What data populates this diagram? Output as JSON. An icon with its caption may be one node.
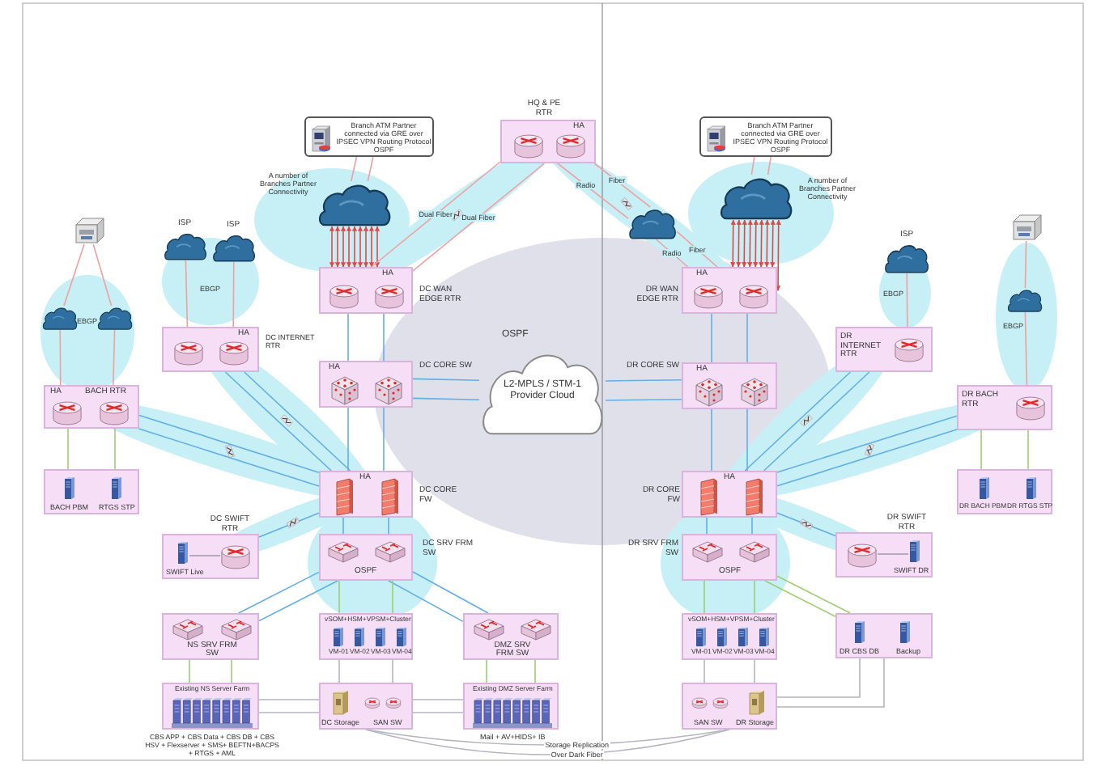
{
  "diagram": {
    "nodes": [
      {
        "text": [
          "HQ & PE RTR",
          "HA"
        ]
      },
      {
        "text": [
          "Branch ATM Partner connected via GRE over IPSEC VPN Routing Protocol OSPF"
        ]
      },
      {
        "text": [],
        "shape": "cloud",
        "beside": [
          "A number of Branches Partner Connectivity"
        ]
      },
      {
        "text": [
          "Branch ATM Partner connected via GRE over IPSEC VPN Routing Protocol OSPF"
        ]
      },
      {
        "text": [],
        "shape": "cloud",
        "beside": [
          "A number of Branches Partner Connectivity"
        ]
      },
      {
        "text": [
          "HA",
          "DC WAN EDGE RTR"
        ]
      },
      {
        "text": [
          "HA",
          "DR WAN EDGE RTR"
        ]
      },
      {
        "text": [],
        "shape": "cloud"
      },
      {
        "text": [
          "HA",
          "DC CORE SW"
        ]
      },
      {
        "text": [
          "DR CORE SW",
          "HA"
        ]
      },
      {
        "text": [
          "L2-MPLS / STM-1 Provider Cloud"
        ]
      },
      {
        "text": [
          "HA",
          "DC CORE FW"
        ]
      },
      {
        "text": [
          "HA",
          "DR CORE FW"
        ]
      },
      {
        "text": [
          "DC SRV FRM SW",
          "OSPF"
        ]
      },
      {
        "text": [
          "DR SRV FRM SW",
          "OSPF"
        ]
      },
      {
        "text": [
          "vSOM+HSM+VPSM+Cluster",
          "VM-01",
          "VM-02",
          "VM-03",
          "VM-04"
        ]
      },
      {
        "text": [
          "vSOM+HSM+VPSM+Cluster",
          "VM-01",
          "VM-02",
          "VM-03",
          "VM-04"
        ]
      },
      {
        "text": [
          "DC Storage",
          "SAN SW"
        ]
      },
      {
        "text": [
          "SAN SW",
          "DR Storage"
        ]
      },
      {
        "text": [
          "DMZ SRV FRM SW"
        ]
      },
      {
        "text": [
          "Existing DMZ Server Farm"
        ],
        "beside": [
          "Mail + AV+HIDS+ IB"
        ]
      },
      {
        "text": [
          "DC SWIFT RTR",
          "SWIFT Live"
        ]
      },
      {
        "text": [
          "NS SRV FRM SW"
        ]
      },
      {
        "text": [
          "Existing NS Server Farm"
        ],
        "beside": [
          "CBS APP + CBS Data + CBS DB + CBS HSV + Flexserver + SMS+ BEFTN+BACPS + RTGS + AML"
        ]
      },
      {
        "text": [
          "DR SWIFT RTR",
          "SWIFT DR"
        ]
      },
      {
        "text": [
          "DR CBS DB",
          "Backup"
        ]
      },
      {
        "text": [
          "HA",
          "DC INTERNET RTR"
        ]
      },
      {
        "text": [
          "ISP"
        ]
      },
      {
        "text": [
          "ISP"
        ]
      },
      {
        "text": [
          "HA",
          "BACH RTR"
        ]
      },
      {
        "text": [],
        "shape": "cloud"
      },
      {
        "text": [],
        "shape": "cloud"
      },
      {
        "text": [],
        "shape": "picture"
      },
      {
        "text": [
          "BACH PBM",
          "RTGS STP"
        ]
      },
      {
        "text": [
          "DR INTERNET RTR"
        ]
      },
      {
        "text": [
          "ISP"
        ]
      },
      {
        "text": [
          "DR BACH RTR"
        ]
      },
      {
        "text": [],
        "shape": "cloud"
      },
      {
        "text": [],
        "shape": "picture"
      },
      {
        "text": [
          "DR BACH PBM",
          "DR RTGS STP"
        ]
      }
    ],
    "edges": [
      {
        "from": 1,
        "to": 2,
        "arrow": "none",
        "color": "#f0a0a0"
      },
      {
        "from": 1,
        "to": 2,
        "arrow": "none",
        "color": "#f0a0a0"
      },
      {
        "from": 2,
        "to": 5,
        "arrow": "both",
        "color": "#e04848"
      },
      {
        "from": 2,
        "to": 5,
        "arrow": "both",
        "color": "#e04848"
      },
      {
        "from": 2,
        "to": 5,
        "arrow": "both",
        "color": "#e04848"
      },
      {
        "from": 2,
        "to": 5,
        "arrow": "both",
        "color": "#e04848"
      },
      {
        "from": 2,
        "to": 5,
        "arrow": "both",
        "color": "#e04848"
      },
      {
        "from": 2,
        "to": 5,
        "arrow": "both",
        "color": "#e04848"
      },
      {
        "from": 2,
        "to": 5,
        "arrow": "both",
        "color": "#e04848"
      },
      {
        "from": 2,
        "to": 5,
        "arrow": "both",
        "color": "#e04848"
      },
      {
        "from": 2,
        "to": 5,
        "arrow": "both",
        "color": "#e04848"
      },
      {
        "from": 3,
        "to": 4,
        "arrow": "none",
        "color": "#f0a0a0"
      },
      {
        "from": 3,
        "to": 4,
        "arrow": "none",
        "color": "#f0a0a0"
      },
      {
        "from": 4,
        "to": 6,
        "arrow": "both",
        "color": "#e04848"
      },
      {
        "from": 4,
        "to": 6,
        "arrow": "both",
        "color": "#e04848"
      },
      {
        "from": 4,
        "to": 6,
        "arrow": "both",
        "color": "#e04848"
      },
      {
        "from": 4,
        "to": 6,
        "arrow": "both",
        "color": "#e04848"
      },
      {
        "from": 4,
        "to": 6,
        "arrow": "both",
        "color": "#e04848"
      },
      {
        "from": 4,
        "to": 6,
        "arrow": "both",
        "color": "#e04848"
      },
      {
        "from": 4,
        "to": 6,
        "arrow": "both",
        "color": "#e04848"
      },
      {
        "from": 4,
        "to": 6,
        "arrow": "both",
        "color": "#e04848"
      },
      {
        "from": 4,
        "to": 6,
        "arrow": "both",
        "color": "#e04848"
      },
      {
        "from": 0,
        "to": 5,
        "arrow": "none",
        "label": "Dual Fiber",
        "color": "#f0a0a0"
      },
      {
        "from": 0,
        "to": 5,
        "arrow": "none",
        "label": "Dual Fiber",
        "color": "#f0a0a0"
      },
      {
        "from": 0,
        "to": 7,
        "arrow": "none",
        "label": "Fiber",
        "color": "#f0a0a0"
      },
      {
        "from": 0,
        "to": 7,
        "arrow": "none",
        "label": "Radio",
        "color": "#f0a0a0"
      },
      {
        "from": 7,
        "to": 6,
        "arrow": "none",
        "label": "Fiber",
        "color": "#f0a0a0"
      },
      {
        "from": 7,
        "to": 6,
        "arrow": "none",
        "label": "Radio",
        "color": "#f0a0a0"
      },
      {
        "from": 5,
        "to": 8,
        "arrow": "none"
      },
      {
        "from": 5,
        "to": 8,
        "arrow": "none"
      },
      {
        "from": 6,
        "to": 9,
        "arrow": "none"
      },
      {
        "from": 6,
        "to": 9,
        "arrow": "none"
      },
      {
        "from": 8,
        "to": 11,
        "arrow": "none"
      },
      {
        "from": 8,
        "to": 11,
        "arrow": "none"
      },
      {
        "from": 9,
        "to": 12,
        "arrow": "none"
      },
      {
        "from": 9,
        "to": 12,
        "arrow": "none"
      },
      {
        "from": 8,
        "to": 10,
        "arrow": "none"
      },
      {
        "from": 8,
        "to": 10,
        "arrow": "none"
      },
      {
        "from": 10,
        "to": 9,
        "arrow": "none"
      },
      {
        "from": 10,
        "to": 9,
        "arrow": "none"
      },
      {
        "from": 11,
        "to": 13,
        "arrow": "none"
      },
      {
        "from": 11,
        "to": 13,
        "arrow": "none"
      },
      {
        "from": 12,
        "to": 14,
        "arrow": "none"
      },
      {
        "from": 12,
        "to": 14,
        "arrow": "none"
      },
      {
        "from": 26,
        "to": 11,
        "arrow": "none"
      },
      {
        "from": 26,
        "to": 11,
        "arrow": "none"
      },
      {
        "from": 29,
        "to": 11,
        "arrow": "none"
      },
      {
        "from": 29,
        "to": 11,
        "arrow": "none"
      },
      {
        "from": 21,
        "to": 11,
        "arrow": "none"
      },
      {
        "from": 34,
        "to": 12,
        "arrow": "none"
      },
      {
        "from": 34,
        "to": 12,
        "arrow": "none"
      },
      {
        "from": 36,
        "to": 12,
        "arrow": "none"
      },
      {
        "from": 36,
        "to": 12,
        "arrow": "none"
      },
      {
        "from": 24,
        "to": 12,
        "arrow": "none"
      },
      {
        "from": 13,
        "to": 19,
        "arrow": "none"
      },
      {
        "from": 13,
        "to": 19,
        "arrow": "none"
      },
      {
        "from": 13,
        "to": 22,
        "arrow": "none"
      },
      {
        "from": 13,
        "to": 22,
        "arrow": "none"
      },
      {
        "from": 13,
        "to": 15,
        "arrow": "none",
        "color": "#9ccf70"
      },
      {
        "from": 13,
        "to": 15,
        "arrow": "none",
        "color": "#9ccf70"
      },
      {
        "from": 14,
        "to": 16,
        "arrow": "none",
        "color": "#9ccf70"
      },
      {
        "from": 14,
        "to": 16,
        "arrow": "none",
        "color": "#9ccf70"
      },
      {
        "from": 14,
        "to": 25,
        "arrow": "none",
        "color": "#9ccf70"
      },
      {
        "from": 14,
        "to": 25,
        "arrow": "none",
        "color": "#9ccf70"
      },
      {
        "from": 19,
        "to": 20,
        "arrow": "none",
        "color": "#9ccf70"
      },
      {
        "from": 19,
        "to": 20,
        "arrow": "none",
        "color": "#9ccf70"
      },
      {
        "from": 22,
        "to": 23,
        "arrow": "none",
        "color": "#9ccf70"
      },
      {
        "from": 22,
        "to": 23,
        "arrow": "none",
        "color": "#9ccf70"
      },
      {
        "from": 29,
        "to": 33,
        "arrow": "none",
        "color": "#9ccf70"
      },
      {
        "from": 29,
        "to": 33,
        "arrow": "none",
        "color": "#9ccf70"
      },
      {
        "from": 36,
        "to": 39,
        "arrow": "none",
        "color": "#9ccf70"
      },
      {
        "from": 36,
        "to": 39,
        "arrow": "none",
        "color": "#9ccf70"
      },
      {
        "from": 15,
        "to": 17,
        "arrow": "none",
        "color": "#b4b4c0"
      },
      {
        "from": 15,
        "to": 17,
        "arrow": "none",
        "color": "#b4b4c0"
      },
      {
        "from": 16,
        "to": 18,
        "arrow": "none",
        "color": "#b4b4c0"
      },
      {
        "from": 16,
        "to": 18,
        "arrow": "none",
        "color": "#b4b4c0"
      },
      {
        "from": 17,
        "to": 20,
        "arrow": "none",
        "color": "#b4b4c0"
      },
      {
        "from": 17,
        "to": 20,
        "arrow": "none",
        "color": "#b4b4c0"
      },
      {
        "from": 23,
        "to": 17,
        "arrow": "none",
        "color": "#b4b4c0"
      },
      {
        "from": 23,
        "to": 17,
        "arrow": "none",
        "color": "#b4b4c0"
      },
      {
        "from": 18,
        "to": 25,
        "arrow": "none",
        "color": "#b4b4c0"
      },
      {
        "from": 18,
        "to": 25,
        "arrow": "none",
        "color": "#b4b4c0"
      },
      {
        "from": 17,
        "to": 18,
        "arrow": "none",
        "label": "Storage Replication",
        "color": "#b4b4c0"
      },
      {
        "from": 17,
        "to": 18,
        "arrow": "none",
        "label": "Over Dark Fiber",
        "color": "#b4b4c0"
      },
      {
        "from": 26,
        "to": 27,
        "arrow": "none",
        "color": "#f0a0a0"
      },
      {
        "from": 26,
        "to": 28,
        "arrow": "none",
        "color": "#f0a0a0"
      },
      {
        "from": 29,
        "to": 30,
        "arrow": "none",
        "color": "#f0a0a0"
      },
      {
        "from": 29,
        "to": 31,
        "arrow": "none",
        "color": "#f0a0a0"
      },
      {
        "from": 30,
        "to": 32,
        "arrow": "none",
        "color": "#f0a0a0"
      },
      {
        "from": 31,
        "to": 32,
        "arrow": "none",
        "color": "#f0a0a0"
      },
      {
        "from": 34,
        "to": 35,
        "arrow": "none",
        "color": "#f0a0a0"
      },
      {
        "from": 36,
        "to": 37,
        "arrow": "none",
        "color": "#f0a0a0"
      },
      {
        "from": 37,
        "to": 38,
        "arrow": "none",
        "color": "#f0a0a0"
      }
    ],
    "labels": [
      "EBGP",
      "EBGP",
      "EBGP",
      "EBGP",
      "OSPF"
    ]
  }
}
